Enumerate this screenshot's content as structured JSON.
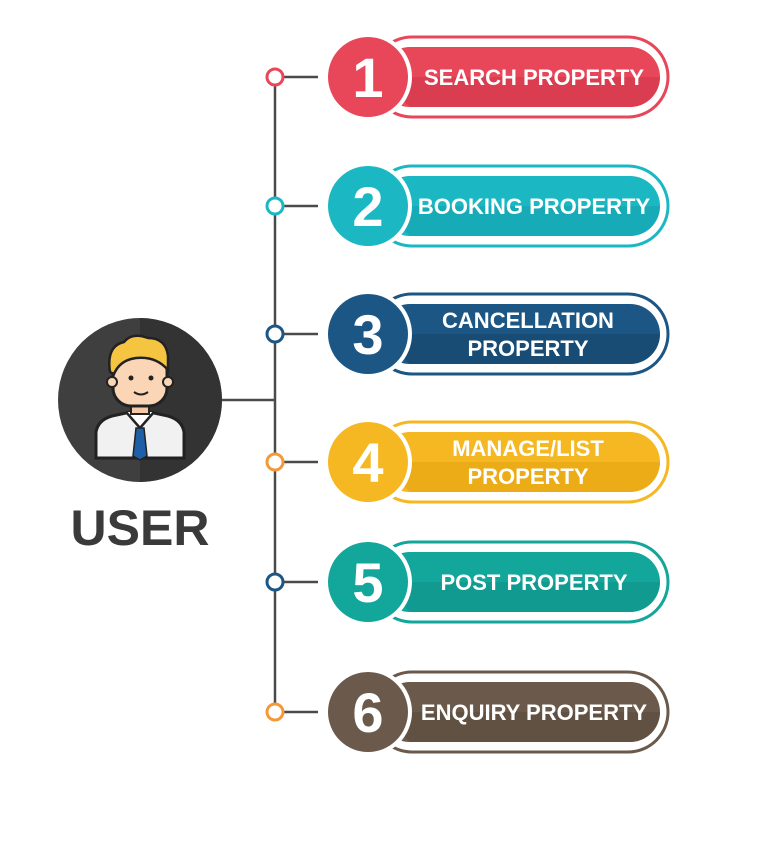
{
  "user": {
    "label": "USER"
  },
  "steps": [
    {
      "number": "1",
      "lines": [
        "SEARCH PROPERTY"
      ],
      "color": "#e8475a",
      "shade": "#cf3448",
      "dot_color": "#e8475a"
    },
    {
      "number": "2",
      "lines": [
        "BOOKING PROPERTY"
      ],
      "color": "#1bb8c4",
      "shade": "#14a1ad",
      "dot_color": "#1bb8c4"
    },
    {
      "number": "3",
      "lines": [
        "CANCELLATION",
        "PROPERTY"
      ],
      "color": "#1c5684",
      "shade": "#154669",
      "dot_color": "#1c5684"
    },
    {
      "number": "4",
      "lines": [
        "MANAGE/LIST",
        "PROPERTY"
      ],
      "color": "#f6b822",
      "shade": "#e3a30f",
      "dot_color": "#f39a36"
    },
    {
      "number": "5",
      "lines": [
        "POST PROPERTY"
      ],
      "color": "#13a69b",
      "shade": "#0f9087",
      "dot_color": "#1c5684"
    },
    {
      "number": "6",
      "lines": [
        "ENQUIRY PROPERTY"
      ],
      "color": "#6b5a4b",
      "shade": "#584a3d",
      "dot_color": "#f39a36"
    }
  ],
  "colors": {
    "connector": "#4a4a4a",
    "avatar_bg": "#3f3f3f",
    "user_text": "#3a3a3a"
  },
  "icons": {
    "avatar": "businessman-avatar-icon"
  }
}
